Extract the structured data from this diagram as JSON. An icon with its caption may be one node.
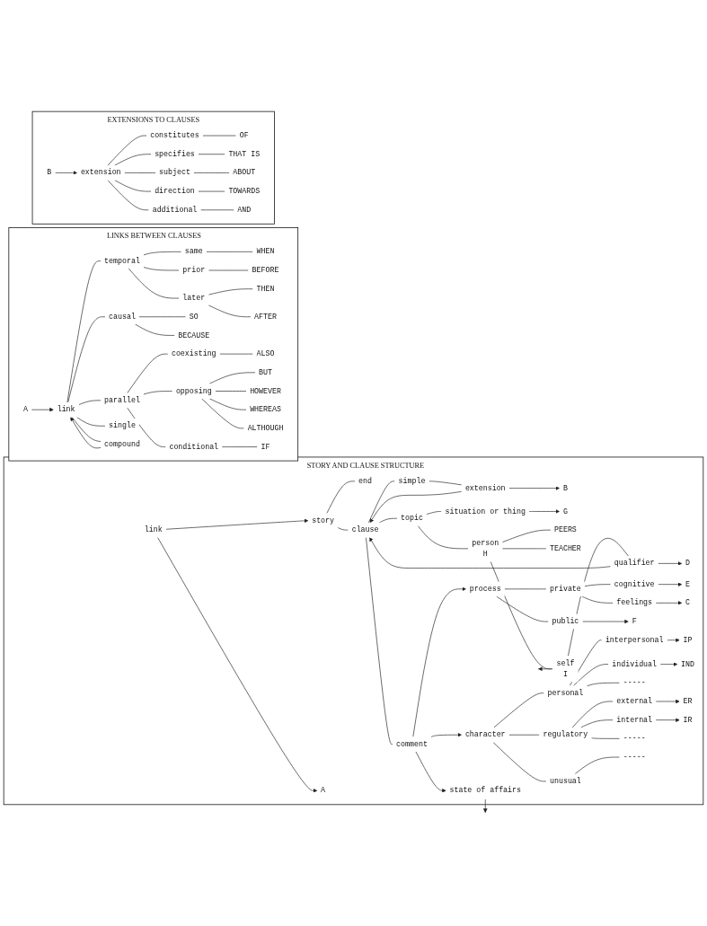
{
  "diagram": {
    "nodes": [
      {
        "text": [
          "STORY AND CLAUSE STRUCTURE"
        ]
      },
      {
        "text": [
          "story"
        ],
        "in": 0
      },
      {
        "text": [
          "link"
        ],
        "in": 0
      },
      {
        "text": [
          "A"
        ],
        "in": 0
      },
      {
        "text": [
          "end"
        ],
        "in": 0
      },
      {
        "text": [
          "extension"
        ],
        "in": 0
      },
      {
        "text": [
          "B"
        ],
        "in": 0
      },
      {
        "text": [
          "simple"
        ],
        "in": 0
      },
      {
        "text": [
          "clause"
        ],
        "in": 0
      },
      {
        "text": [
          "situation or thing"
        ],
        "in": 0
      },
      {
        "text": [
          "G"
        ],
        "in": 0
      },
      {
        "text": [
          "topic"
        ],
        "in": 0
      },
      {
        "text": [
          "PEERS"
        ],
        "in": 0
      },
      {
        "text": [
          "person",
          "H"
        ],
        "in": 0
      },
      {
        "text": [
          "TEACHER"
        ],
        "in": 0
      },
      {
        "text": [
          "comment"
        ],
        "in": 0
      },
      {
        "text": [
          "self",
          "I"
        ],
        "in": 0
      },
      {
        "text": [
          "qualifier"
        ],
        "in": 0
      },
      {
        "text": [
          "D"
        ],
        "in": 0
      },
      {
        "text": [
          "cognitive"
        ],
        "in": 0
      },
      {
        "text": [
          "private"
        ],
        "in": 0
      },
      {
        "text": [
          "E"
        ],
        "in": 0
      },
      {
        "text": [
          "process"
        ],
        "in": 0
      },
      {
        "text": [
          "feelings"
        ],
        "in": 0
      },
      {
        "text": [
          "public"
        ],
        "in": 0
      },
      {
        "text": [
          "F"
        ],
        "in": 0
      },
      {
        "text": [
          "C"
        ],
        "in": 0
      },
      {
        "text": [
          "state of affairs"
        ],
        "in": 0
      },
      {
        "text": [
          "personal"
        ],
        "in": 0
      },
      {
        "text": [
          "interpersonal"
        ],
        "in": 0
      },
      {
        "text": [
          "IP"
        ],
        "in": 0
      },
      {
        "text": [
          "individual"
        ],
        "in": 0
      },
      {
        "text": [
          "IND"
        ],
        "in": 0
      },
      {
        "text": [
          "-----"
        ],
        "in": 0
      },
      {
        "text": [
          "character"
        ],
        "in": 0
      },
      {
        "text": [
          "regulatory"
        ],
        "in": 0
      },
      {
        "text": [
          "external"
        ],
        "in": 0
      },
      {
        "text": [
          "ER"
        ],
        "in": 0
      },
      {
        "text": [
          "internal"
        ],
        "in": 0
      },
      {
        "text": [
          "IR"
        ],
        "in": 0
      },
      {
        "text": [
          "-----"
        ],
        "in": 0
      },
      {
        "text": [
          "unusual"
        ],
        "in": 0
      },
      {
        "text": [
          "-----"
        ],
        "in": 0
      },
      {
        "text": [
          "LINKS BETWEEN CLAUSES"
        ]
      },
      {
        "text": [
          "same"
        ],
        "in": 43
      },
      {
        "text": [
          "WHEN"
        ],
        "in": 43
      },
      {
        "text": [
          "temporal"
        ],
        "in": 43
      },
      {
        "text": [
          "prior"
        ],
        "in": 43
      },
      {
        "text": [
          "BEFORE"
        ],
        "in": 43
      },
      {
        "text": [
          "later"
        ],
        "in": 43
      },
      {
        "text": [
          "THEN"
        ],
        "in": 43
      },
      {
        "text": [
          "AFTER"
        ],
        "in": 43
      },
      {
        "text": [
          "A"
        ],
        "in": 43
      },
      {
        "text": [
          "causal"
        ],
        "in": 43
      },
      {
        "text": [
          "SO"
        ],
        "in": 43
      },
      {
        "text": [
          "single"
        ],
        "in": 43
      },
      {
        "text": [
          "link"
        ],
        "in": 43
      },
      {
        "text": [
          "BECAUSE"
        ],
        "in": 43
      },
      {
        "text": [
          "compound"
        ],
        "in": 43
      },
      {
        "text": [
          "coexisting"
        ],
        "in": 43
      },
      {
        "text": [
          "ALSO"
        ],
        "in": 43
      },
      {
        "text": [
          "BUT"
        ],
        "in": 43
      },
      {
        "text": [
          "parallel"
        ],
        "in": 43
      },
      {
        "text": [
          "opposing"
        ],
        "in": 43
      },
      {
        "text": [
          "HOWEVER"
        ],
        "in": 43
      },
      {
        "text": [
          "WHEREAS"
        ],
        "in": 43
      },
      {
        "text": [
          "ALTHOUGH"
        ],
        "in": 43
      },
      {
        "text": [
          "conditional"
        ],
        "in": 43
      },
      {
        "text": [
          "IF"
        ],
        "in": 43
      },
      {
        "text": [
          "EXTENSIONS TO CLAUSES"
        ]
      },
      {
        "text": [
          "B"
        ],
        "in": 69
      },
      {
        "text": [
          "constitutes"
        ],
        "in": 69
      },
      {
        "text": [
          "OF"
        ],
        "in": 69
      },
      {
        "text": [
          "specifies"
        ],
        "in": 69
      },
      {
        "text": [
          "THAT IS"
        ],
        "in": 69
      },
      {
        "text": [
          "extension"
        ],
        "in": 69
      },
      {
        "text": [
          "subject"
        ],
        "in": 69
      },
      {
        "text": [
          "ABOUT"
        ],
        "in": 69
      },
      {
        "text": [
          "direction"
        ],
        "in": 69
      },
      {
        "text": [
          "TOWARDS"
        ],
        "in": 69
      },
      {
        "text": [
          "additional"
        ],
        "in": 69
      },
      {
        "text": [
          "AND"
        ],
        "in": 69
      }
    ],
    "edges": [
      {
        "from": 1,
        "to": 4,
        "arrow": "none"
      },
      {
        "from": 1,
        "to": 8,
        "arrow": "none"
      },
      {
        "from": 2,
        "to": 1,
        "arrow": "to"
      },
      {
        "from": 2,
        "to": 3,
        "arrow": "to"
      },
      {
        "from": 8,
        "to": 7,
        "arrow": "none"
      },
      {
        "from": 8,
        "to": 11,
        "arrow": "none"
      },
      {
        "from": 8,
        "to": 15,
        "arrow": "none"
      },
      {
        "from": 7,
        "to": 5,
        "arrow": "none"
      },
      {
        "from": 5,
        "to": 6,
        "arrow": "to"
      },
      {
        "from": 5,
        "to": 8,
        "arrow": "to"
      },
      {
        "from": 11,
        "to": 9,
        "arrow": "none"
      },
      {
        "from": 9,
        "to": 10,
        "arrow": "to"
      },
      {
        "from": 11,
        "to": 13,
        "arrow": "none"
      },
      {
        "from": 13,
        "to": 12,
        "arrow": "none"
      },
      {
        "from": 13,
        "to": 14,
        "arrow": "none"
      },
      {
        "from": 13,
        "to": 16,
        "arrow": "none"
      },
      {
        "from": 16,
        "to": 17,
        "arrow": "none"
      },
      {
        "from": 16,
        "to": null,
        "arrow": "to"
      },
      {
        "from": 17,
        "to": 18,
        "arrow": "to"
      },
      {
        "from": 17,
        "to": 8,
        "arrow": "to"
      },
      {
        "from": 15,
        "to": 22,
        "arrow": "to"
      },
      {
        "from": 15,
        "to": 27,
        "arrow": "to"
      },
      {
        "from": 15,
        "to": 34,
        "arrow": "to"
      },
      {
        "from": 22,
        "to": 20,
        "arrow": "none"
      },
      {
        "from": 22,
        "to": 24,
        "arrow": "none"
      },
      {
        "from": 20,
        "to": 19,
        "arrow": "none"
      },
      {
        "from": 20,
        "to": 23,
        "arrow": "none"
      },
      {
        "from": 19,
        "to": 21,
        "arrow": "to"
      },
      {
        "from": 23,
        "to": 26,
        "arrow": "to"
      },
      {
        "from": 24,
        "to": 25,
        "arrow": "to"
      },
      {
        "from": 27,
        "to": null,
        "arrow": "to"
      },
      {
        "from": 34,
        "to": 28,
        "arrow": "none"
      },
      {
        "from": 34,
        "to": 35,
        "arrow": "none"
      },
      {
        "from": 34,
        "to": 41,
        "arrow": "none"
      },
      {
        "from": 28,
        "to": 29,
        "arrow": "none"
      },
      {
        "from": 28,
        "to": 31,
        "arrow": "none"
      },
      {
        "from": 28,
        "to": 33,
        "arrow": "none"
      },
      {
        "from": 29,
        "to": 30,
        "arrow": "to"
      },
      {
        "from": 31,
        "to": 32,
        "arrow": "to"
      },
      {
        "from": 35,
        "to": 36,
        "arrow": "none"
      },
      {
        "from": 35,
        "to": 38,
        "arrow": "none"
      },
      {
        "from": 35,
        "to": 40,
        "arrow": "none"
      },
      {
        "from": 36,
        "to": 37,
        "arrow": "to"
      },
      {
        "from": 38,
        "to": 39,
        "arrow": "to"
      },
      {
        "from": 41,
        "to": 42,
        "arrow": "none"
      },
      {
        "from": 52,
        "to": 56,
        "arrow": "to"
      },
      {
        "from": 56,
        "to": 46,
        "arrow": "none"
      },
      {
        "from": 56,
        "to": 53,
        "arrow": "none"
      },
      {
        "from": 56,
        "to": 62,
        "arrow": "none"
      },
      {
        "from": 56,
        "to": 55,
        "arrow": "none"
      },
      {
        "from": 56,
        "to": 58,
        "arrow": "none"
      },
      {
        "from": 58,
        "to": 56,
        "arrow": "to"
      },
      {
        "from": 46,
        "to": 44,
        "arrow": "none"
      },
      {
        "from": 44,
        "to": 45,
        "arrow": "none"
      },
      {
        "from": 46,
        "to": 47,
        "arrow": "none"
      },
      {
        "from": 47,
        "to": 48,
        "arrow": "none"
      },
      {
        "from": 46,
        "to": 49,
        "arrow": "none"
      },
      {
        "from": 49,
        "to": 50,
        "arrow": "none"
      },
      {
        "from": 49,
        "to": 51,
        "arrow": "none"
      },
      {
        "from": 53,
        "to": 54,
        "arrow": "none"
      },
      {
        "from": 53,
        "to": 57,
        "arrow": "none"
      },
      {
        "from": 62,
        "to": 59,
        "arrow": "none"
      },
      {
        "from": 59,
        "to": 60,
        "arrow": "none"
      },
      {
        "from": 62,
        "to": 63,
        "arrow": "none"
      },
      {
        "from": 63,
        "to": 61,
        "arrow": "none"
      },
      {
        "from": 63,
        "to": 64,
        "arrow": "none"
      },
      {
        "from": 63,
        "to": 65,
        "arrow": "none"
      },
      {
        "from": 63,
        "to": 66,
        "arrow": "none"
      },
      {
        "from": 62,
        "to": 67,
        "arrow": "none"
      },
      {
        "from": 67,
        "to": 68,
        "arrow": "none"
      },
      {
        "from": 70,
        "to": 75,
        "arrow": "to"
      },
      {
        "from": 75,
        "to": 71,
        "arrow": "none"
      },
      {
        "from": 71,
        "to": 72,
        "arrow": "none"
      },
      {
        "from": 75,
        "to": 73,
        "arrow": "none"
      },
      {
        "from": 73,
        "to": 74,
        "arrow": "none"
      },
      {
        "from": 75,
        "to": 76,
        "arrow": "none"
      },
      {
        "from": 76,
        "to": 77,
        "arrow": "none"
      },
      {
        "from": 75,
        "to": 78,
        "arrow": "none"
      },
      {
        "from": 78,
        "to": 79,
        "arrow": "none"
      },
      {
        "from": 75,
        "to": 80,
        "arrow": "none"
      },
      {
        "from": 80,
        "to": 81,
        "arrow": "none"
      }
    ]
  }
}
